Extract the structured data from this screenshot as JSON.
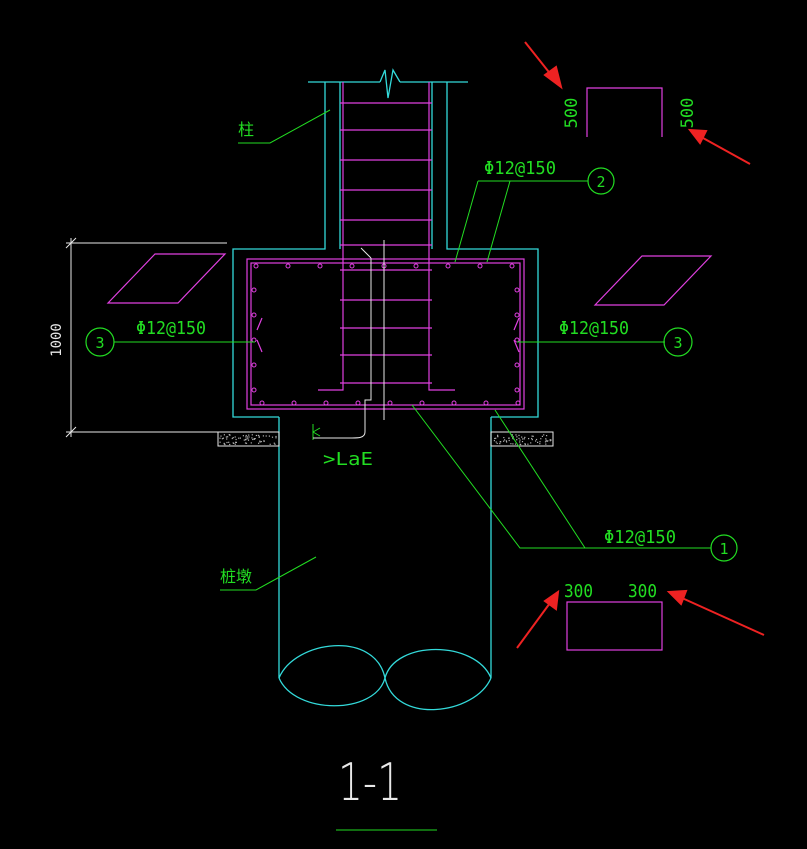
{
  "colors": {
    "background": "#000000",
    "concrete_outline": "#33dada",
    "rebar": "#e040e0",
    "annotation": "#22dd22",
    "dimension": "#e8e8e8",
    "arrow": "#ee2222",
    "hatch": "#b0b0b0"
  },
  "labels": {
    "column_label": "柱",
    "pile_label": "桩墩",
    "anchorage": ">LaE",
    "section_title": "1-1",
    "height_dim": "1000"
  },
  "callouts": {
    "top_rebar": {
      "spec": "Φ12@150",
      "number": "2"
    },
    "bottom_rebar": {
      "spec": "Φ12@150",
      "number": "1"
    },
    "side_rebar_left": {
      "spec": "Φ12@150",
      "number": "3"
    },
    "side_rebar_right": {
      "spec": "Φ12@150",
      "number": "3"
    }
  },
  "details": {
    "stirrup_top": {
      "left_leg": "500",
      "right_leg": "500"
    },
    "stirrup_bottom": {
      "left_leg": "300",
      "right_leg": "300"
    }
  },
  "icons": {
    "pointer_arrows": "red-arrow-icon",
    "break_line": "break-line-icon"
  }
}
